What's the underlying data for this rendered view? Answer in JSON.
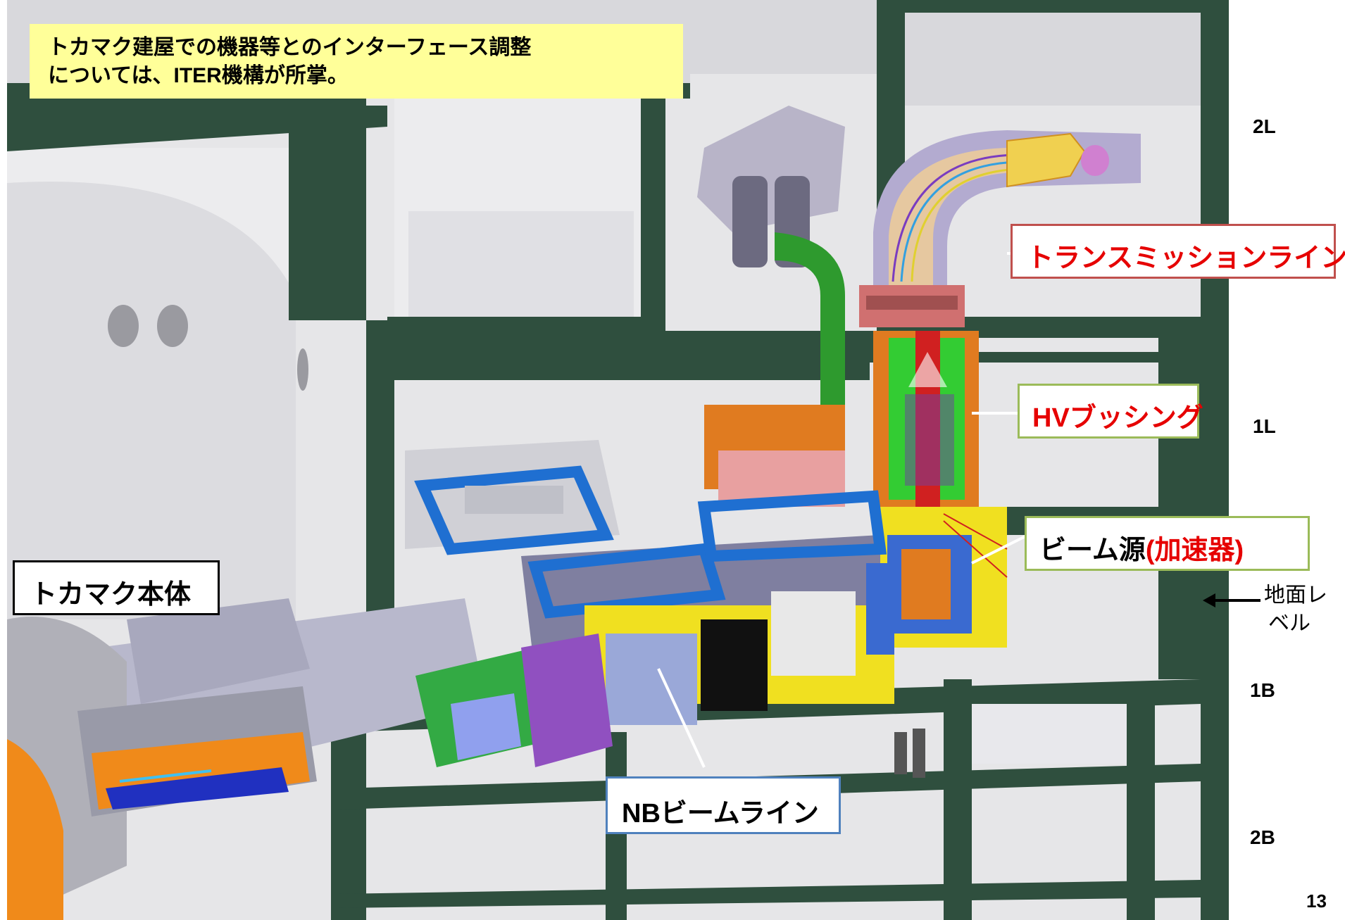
{
  "note": {
    "line1": "トカマク建屋での機器等とのインターフェース調整",
    "line2": "については、ITER機構が所掌。"
  },
  "labels": {
    "transmission_line": "トランスミッションライン",
    "hv_bushing": "HVブッシング",
    "beam_source_main": "ビーム源",
    "beam_source_sub": "(加速器)",
    "tokamak_body": "トカマク本体",
    "nb_beamline": "NBビームライン",
    "ground_level_line1": "地面レ",
    "ground_level_line2": "ベル"
  },
  "floors": {
    "f2l": "2L",
    "f1l": "1L",
    "f1b": "1B",
    "f2b": "2B"
  },
  "page_number": "13",
  "colors": {
    "structure_wall": "#2f4f3e",
    "concrete": "#e4e4e6",
    "note_bg": "#ffff99",
    "red_label_border": "#c0504d",
    "green_label_border": "#9bbb59",
    "blue_label_border": "#4f81bd",
    "coil_blue": "#1f6fd1",
    "bushing_orange": "#e07b20",
    "bushing_green": "#33cc33",
    "transmission_tan": "#e6c8a0",
    "beam_source_yellow": "#f0e020",
    "tokamak_orange": "#f08a1a"
  }
}
